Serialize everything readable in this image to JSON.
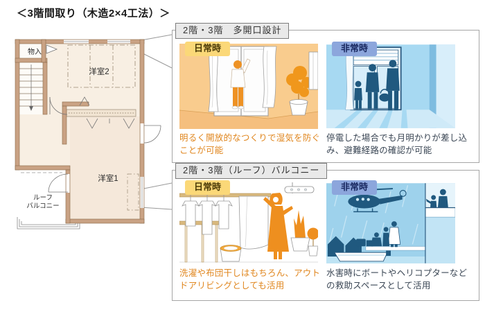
{
  "title": "＜3階間取り（木造2×4工法）＞",
  "floor_plan": {
    "labels": {
      "storage": "物入",
      "room2": "洋室2",
      "room1": "洋室1",
      "balcony_line1": "ルーフ",
      "balcony_line2": "バルコニー"
    }
  },
  "panels": [
    {
      "header": "2階・3階　多開口設計",
      "normal": {
        "tag": "日常時",
        "scene": "open-window-daylight-illustration",
        "caption": "明るく開放的なつくりで湿気を防ぐことが可能"
      },
      "emergency": {
        "tag": "非常時",
        "scene": "moonlight-evacuation-illustration",
        "caption": "停電した場合でも月明かりが差し込み、避難経路の確認が可能"
      }
    },
    {
      "header": "2階・3階（ルーフ）バルコニー",
      "normal": {
        "tag": "日常時",
        "scene": "laundry-balcony-illustration",
        "caption": "洗濯や布団干しはもちろん、アウトドアリビングとしても活用"
      },
      "emergency": {
        "tag": "非常時",
        "scene": "flood-helicopter-rescue-illustration",
        "caption": "水害時にボートやヘリコプターなどの救助スペースとして活用"
      }
    }
  ],
  "colors": {
    "normal_tag_bg": "#FBD878",
    "normal_tag_text": "#4A3A06",
    "emergency_tag_bg": "#8CA6DC",
    "emergency_tag_text": "#17265E",
    "normal_caption": "#E0861E",
    "emergency_caption": "#3A4654",
    "normal_scene_bg": "#F9CC8E",
    "emergency_scene_bg": "#A7D9F2",
    "orange_accent": "#EE9224",
    "dark_blue_accent": "#20597F",
    "plan_wall": "#C9A284",
    "plan_room": "#F8EFE3"
  }
}
